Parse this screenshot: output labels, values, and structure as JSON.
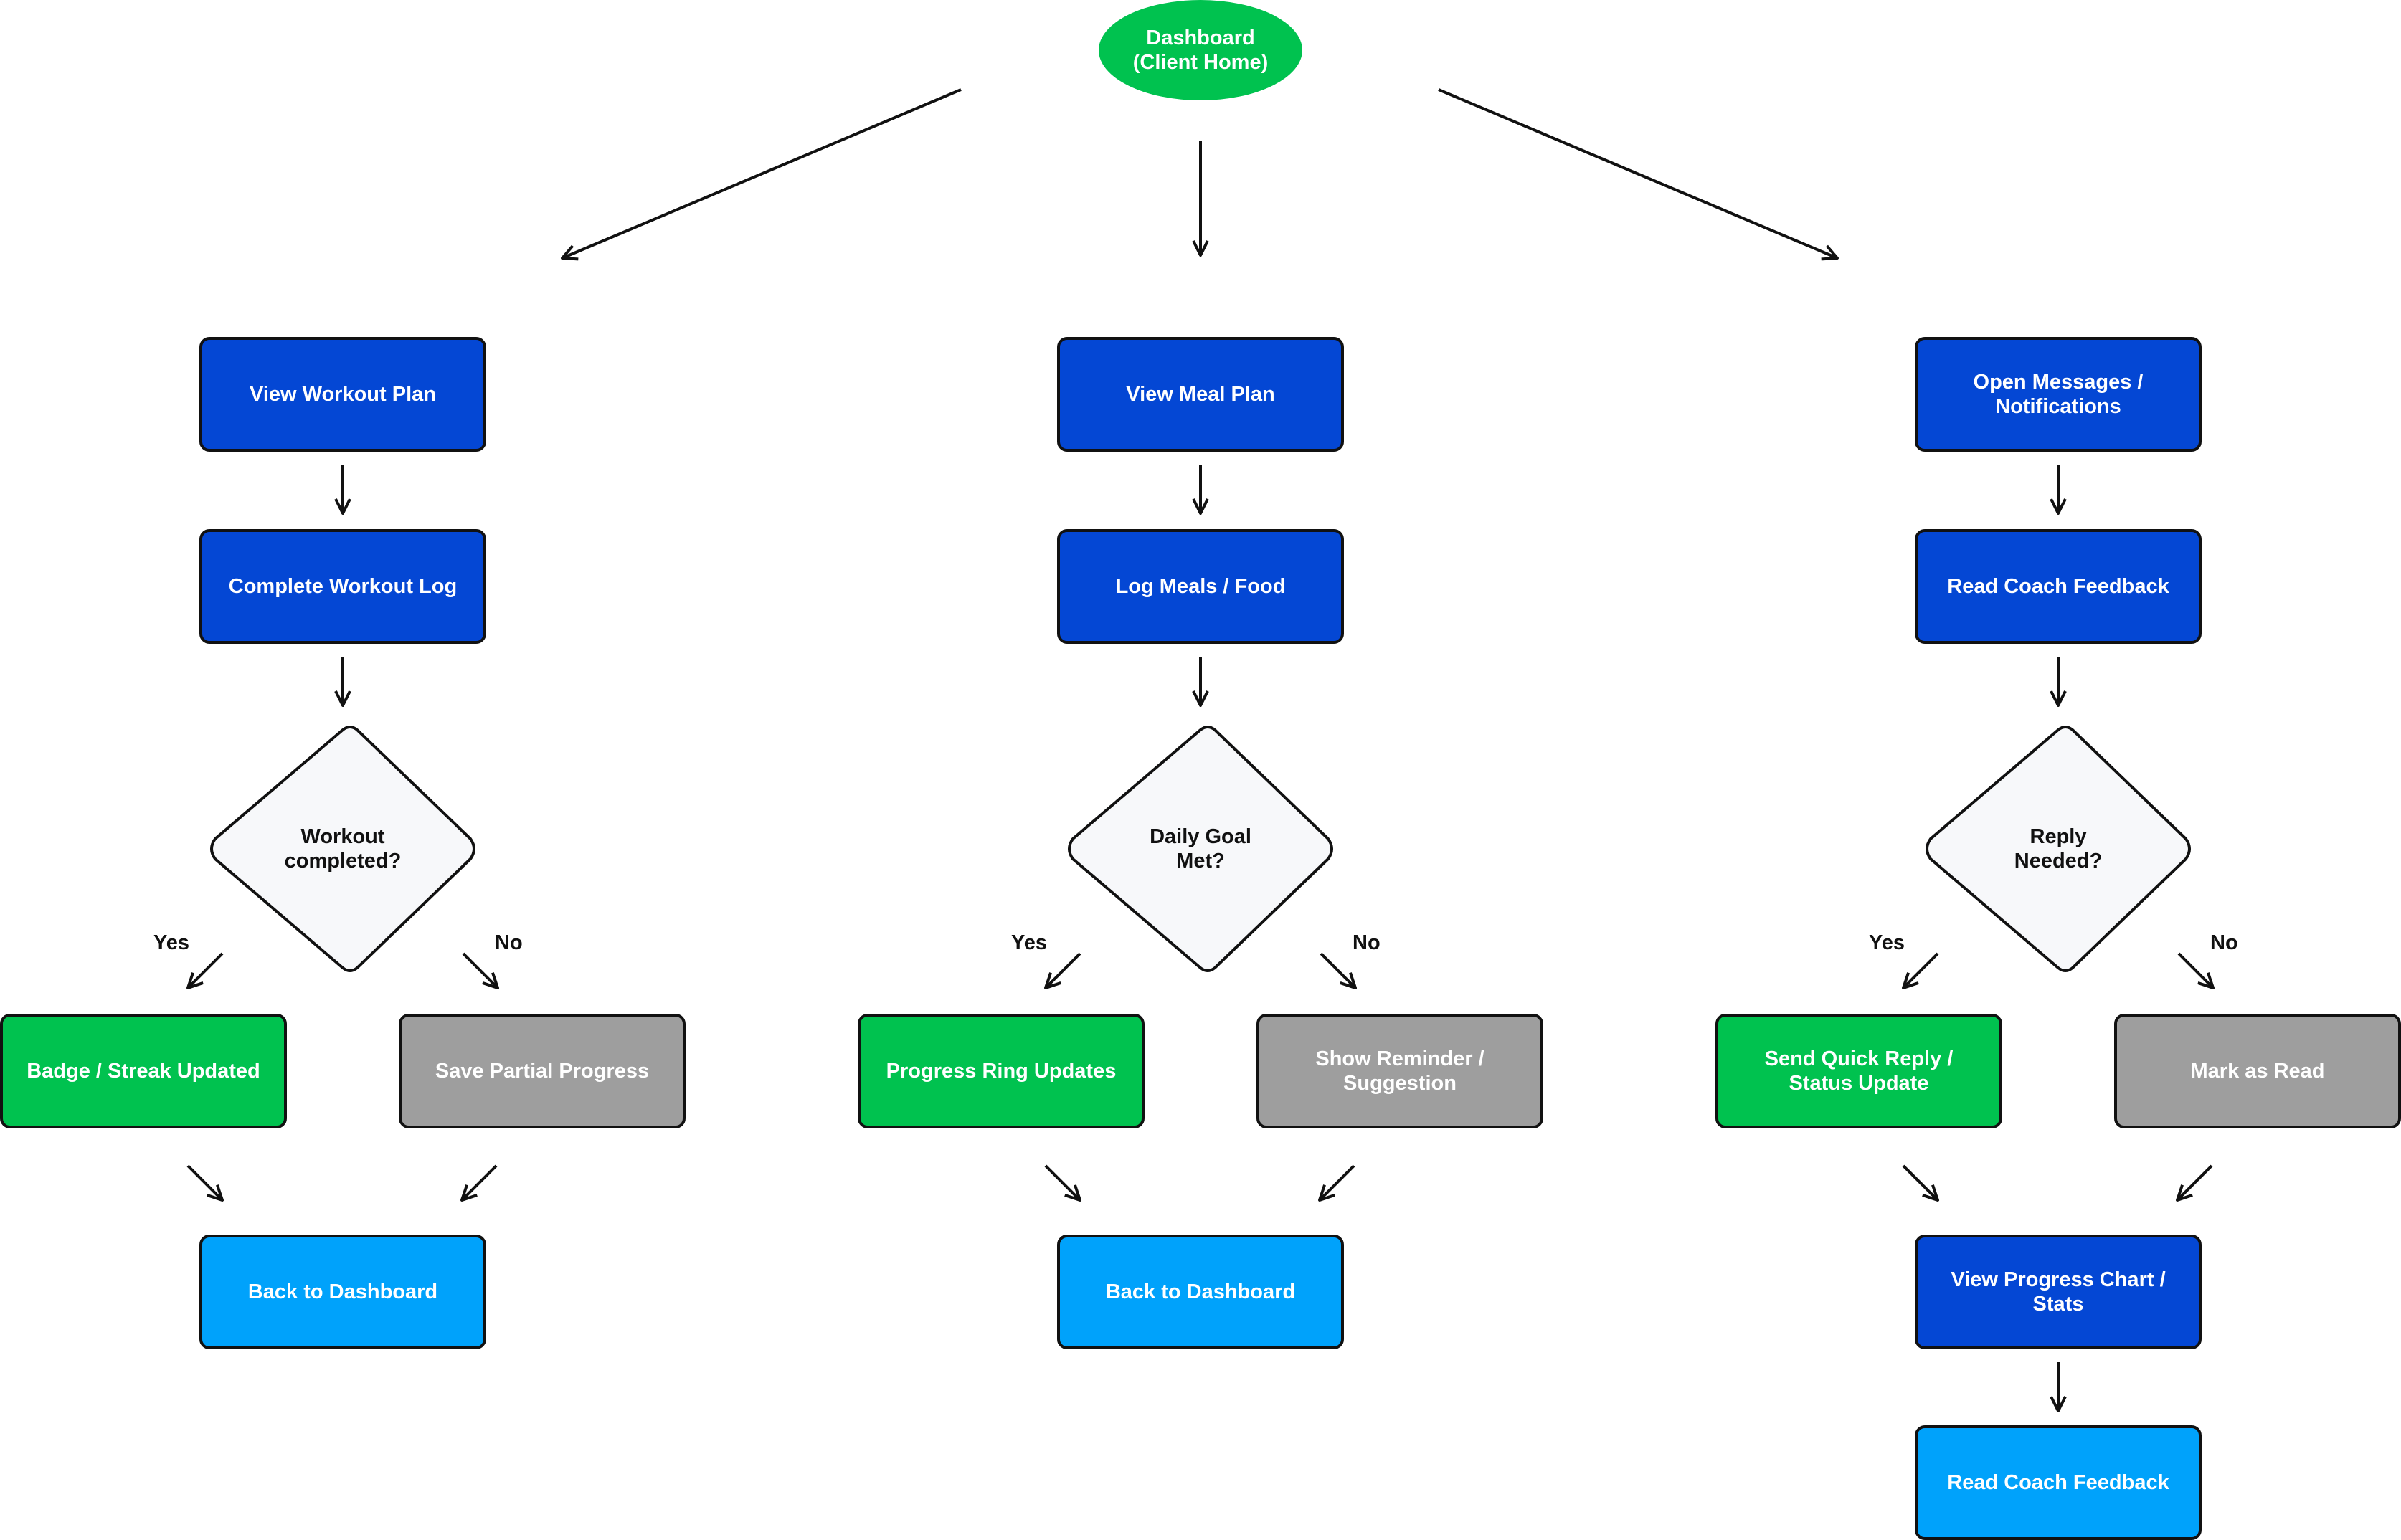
{
  "start": {
    "label_line1": "Dashboard",
    "label_line2": "(Client Home)"
  },
  "columns": [
    {
      "step1": "View Workout Plan",
      "step2": "Complete Workout Log",
      "decision": {
        "line1": "Workout",
        "line2": "completed?"
      },
      "yes_label": "Yes",
      "no_label": "No",
      "yes_result": "Badge / Streak Updated",
      "no_result": "Save Partial Progress",
      "end": "Back to Dashboard"
    },
    {
      "step1": "View Meal Plan",
      "step2": "Log Meals / Food",
      "decision": {
        "line1": "Daily Goal",
        "line2": "Met?"
      },
      "yes_label": "Yes",
      "no_label": "No",
      "yes_result": "Progress Ring Updates",
      "no_result_line1": "Show Reminder /",
      "no_result_line2": "Suggestion",
      "end": "Back to Dashboard"
    },
    {
      "step1_line1": "Open Messages /",
      "step1_line2": "Notifications",
      "step2": "Read Coach Feedback",
      "decision": {
        "line1": "Reply",
        "line2": "Needed?"
      },
      "yes_label": "Yes",
      "no_label": "No",
      "yes_result_line1": "Send Quick Reply /",
      "yes_result_line2": "Status Update",
      "no_result": "Mark as Read",
      "merge_line1": "View Progress Chart /",
      "merge_line2": "Stats",
      "end": "Read Coach Feedback"
    }
  ],
  "colors": {
    "primary": "#0447d4",
    "success": "#00c24f",
    "neutral": "#9e9e9e",
    "terminal": "#00a2fb",
    "decision_fill": "#f7f8fa",
    "stroke": "#111111"
  }
}
